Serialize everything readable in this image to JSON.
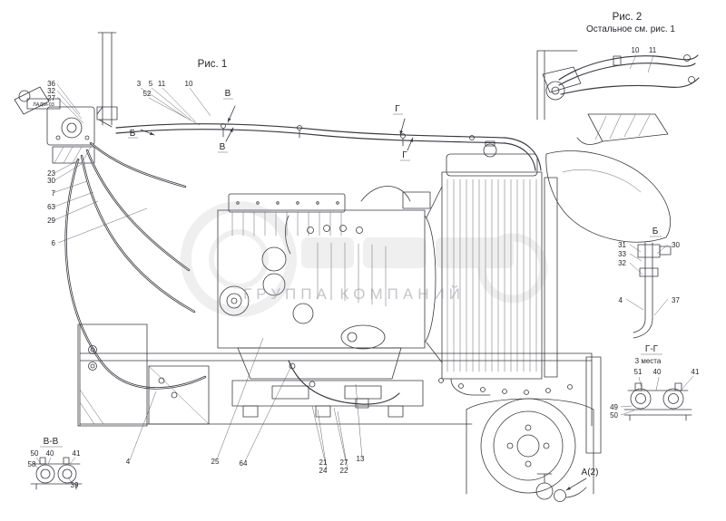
{
  "titles": {
    "fig1": "Рис. 1",
    "fig2": "Рис. 2",
    "fig2_note": "Остальное см. рис. 1"
  },
  "stamp": {
    "text": "ЛАДМ-03"
  },
  "watermark": {
    "company": "ГРУППА КОМПАНИЙ"
  },
  "sections": {
    "b_main": "Б",
    "v_upper": "В",
    "v_lower": "В",
    "g_upper": "Г",
    "g_lower": "Г",
    "b_inset": "Б",
    "vv": "В-В",
    "gg": "Г-Г",
    "gg_note": "3 места",
    "a_detail": "А(2)"
  },
  "callouts": {
    "left": [
      "36",
      "32",
      "27",
      "23",
      "30",
      "7",
      "63",
      "29",
      "6"
    ],
    "top": [
      "3",
      "5",
      "11",
      "52",
      "10"
    ],
    "fig2": [
      "10",
      "11"
    ],
    "b_inset": [
      "31",
      "33",
      "32",
      "30",
      "4",
      "37"
    ],
    "gg": [
      "51",
      "40",
      "41",
      "49",
      "50"
    ],
    "vv": [
      "50",
      "40",
      "41",
      "58",
      "39"
    ],
    "bottom": [
      "4",
      "25",
      "64",
      "21",
      "24",
      "27",
      "22",
      "13"
    ]
  }
}
